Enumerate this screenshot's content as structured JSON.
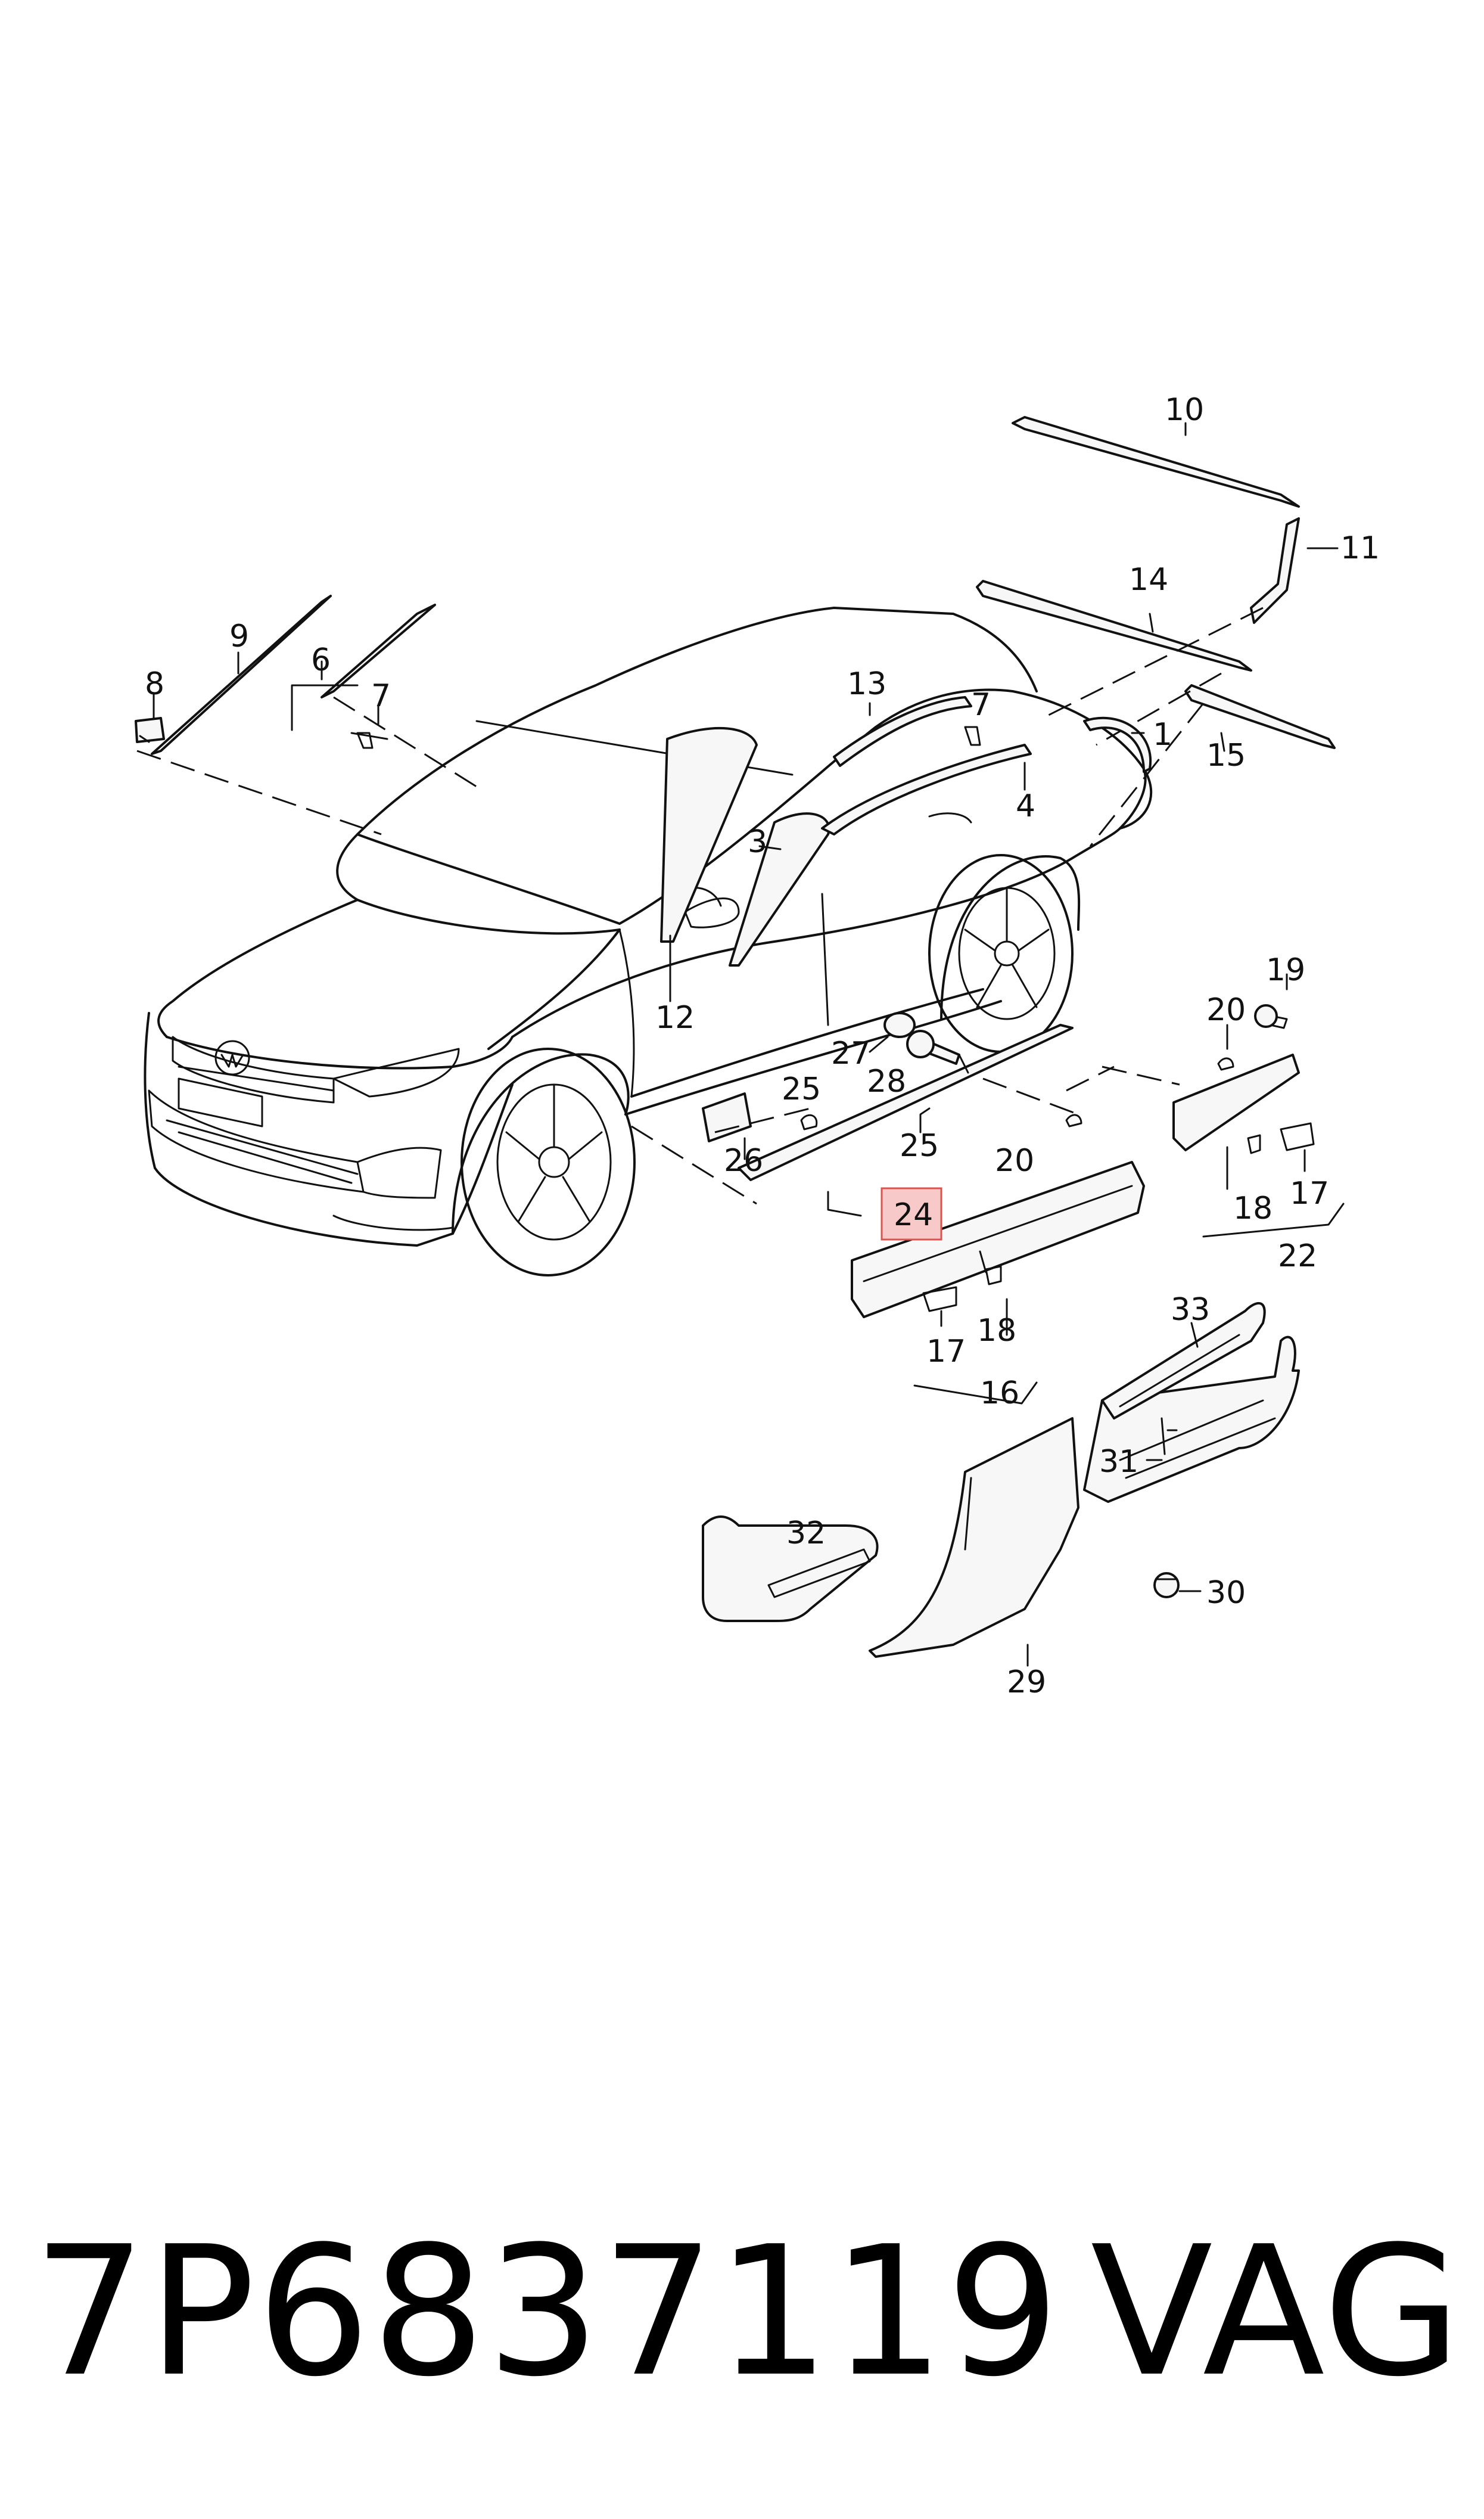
{
  "callouts": {
    "c1": "1",
    "c3": "3",
    "c4": "4",
    "c6": "6",
    "c7a": "7",
    "c7b": "7",
    "c8": "8",
    "c9": "9",
    "c10": "10",
    "c11": "11",
    "c12": "12",
    "c13": "13",
    "c14": "14",
    "c15": "15",
    "c16": "16",
    "c17a": "17",
    "c17b": "17",
    "c18a": "18",
    "c18b": "18",
    "c19": "19",
    "c20a": "20",
    "c20b": "20",
    "c22": "22",
    "c24": "24",
    "c25a": "25",
    "c25b": "25",
    "c26": "26",
    "c27": "27",
    "c28": "28",
    "c29": "29",
    "c30": "30",
    "c31": "31",
    "c32": "32",
    "c33": "33"
  },
  "highlighted_callout": "24",
  "highlight_color": "#f7c9c9",
  "footer": {
    "part_number": "7P6837119",
    "brand": "VAG"
  }
}
